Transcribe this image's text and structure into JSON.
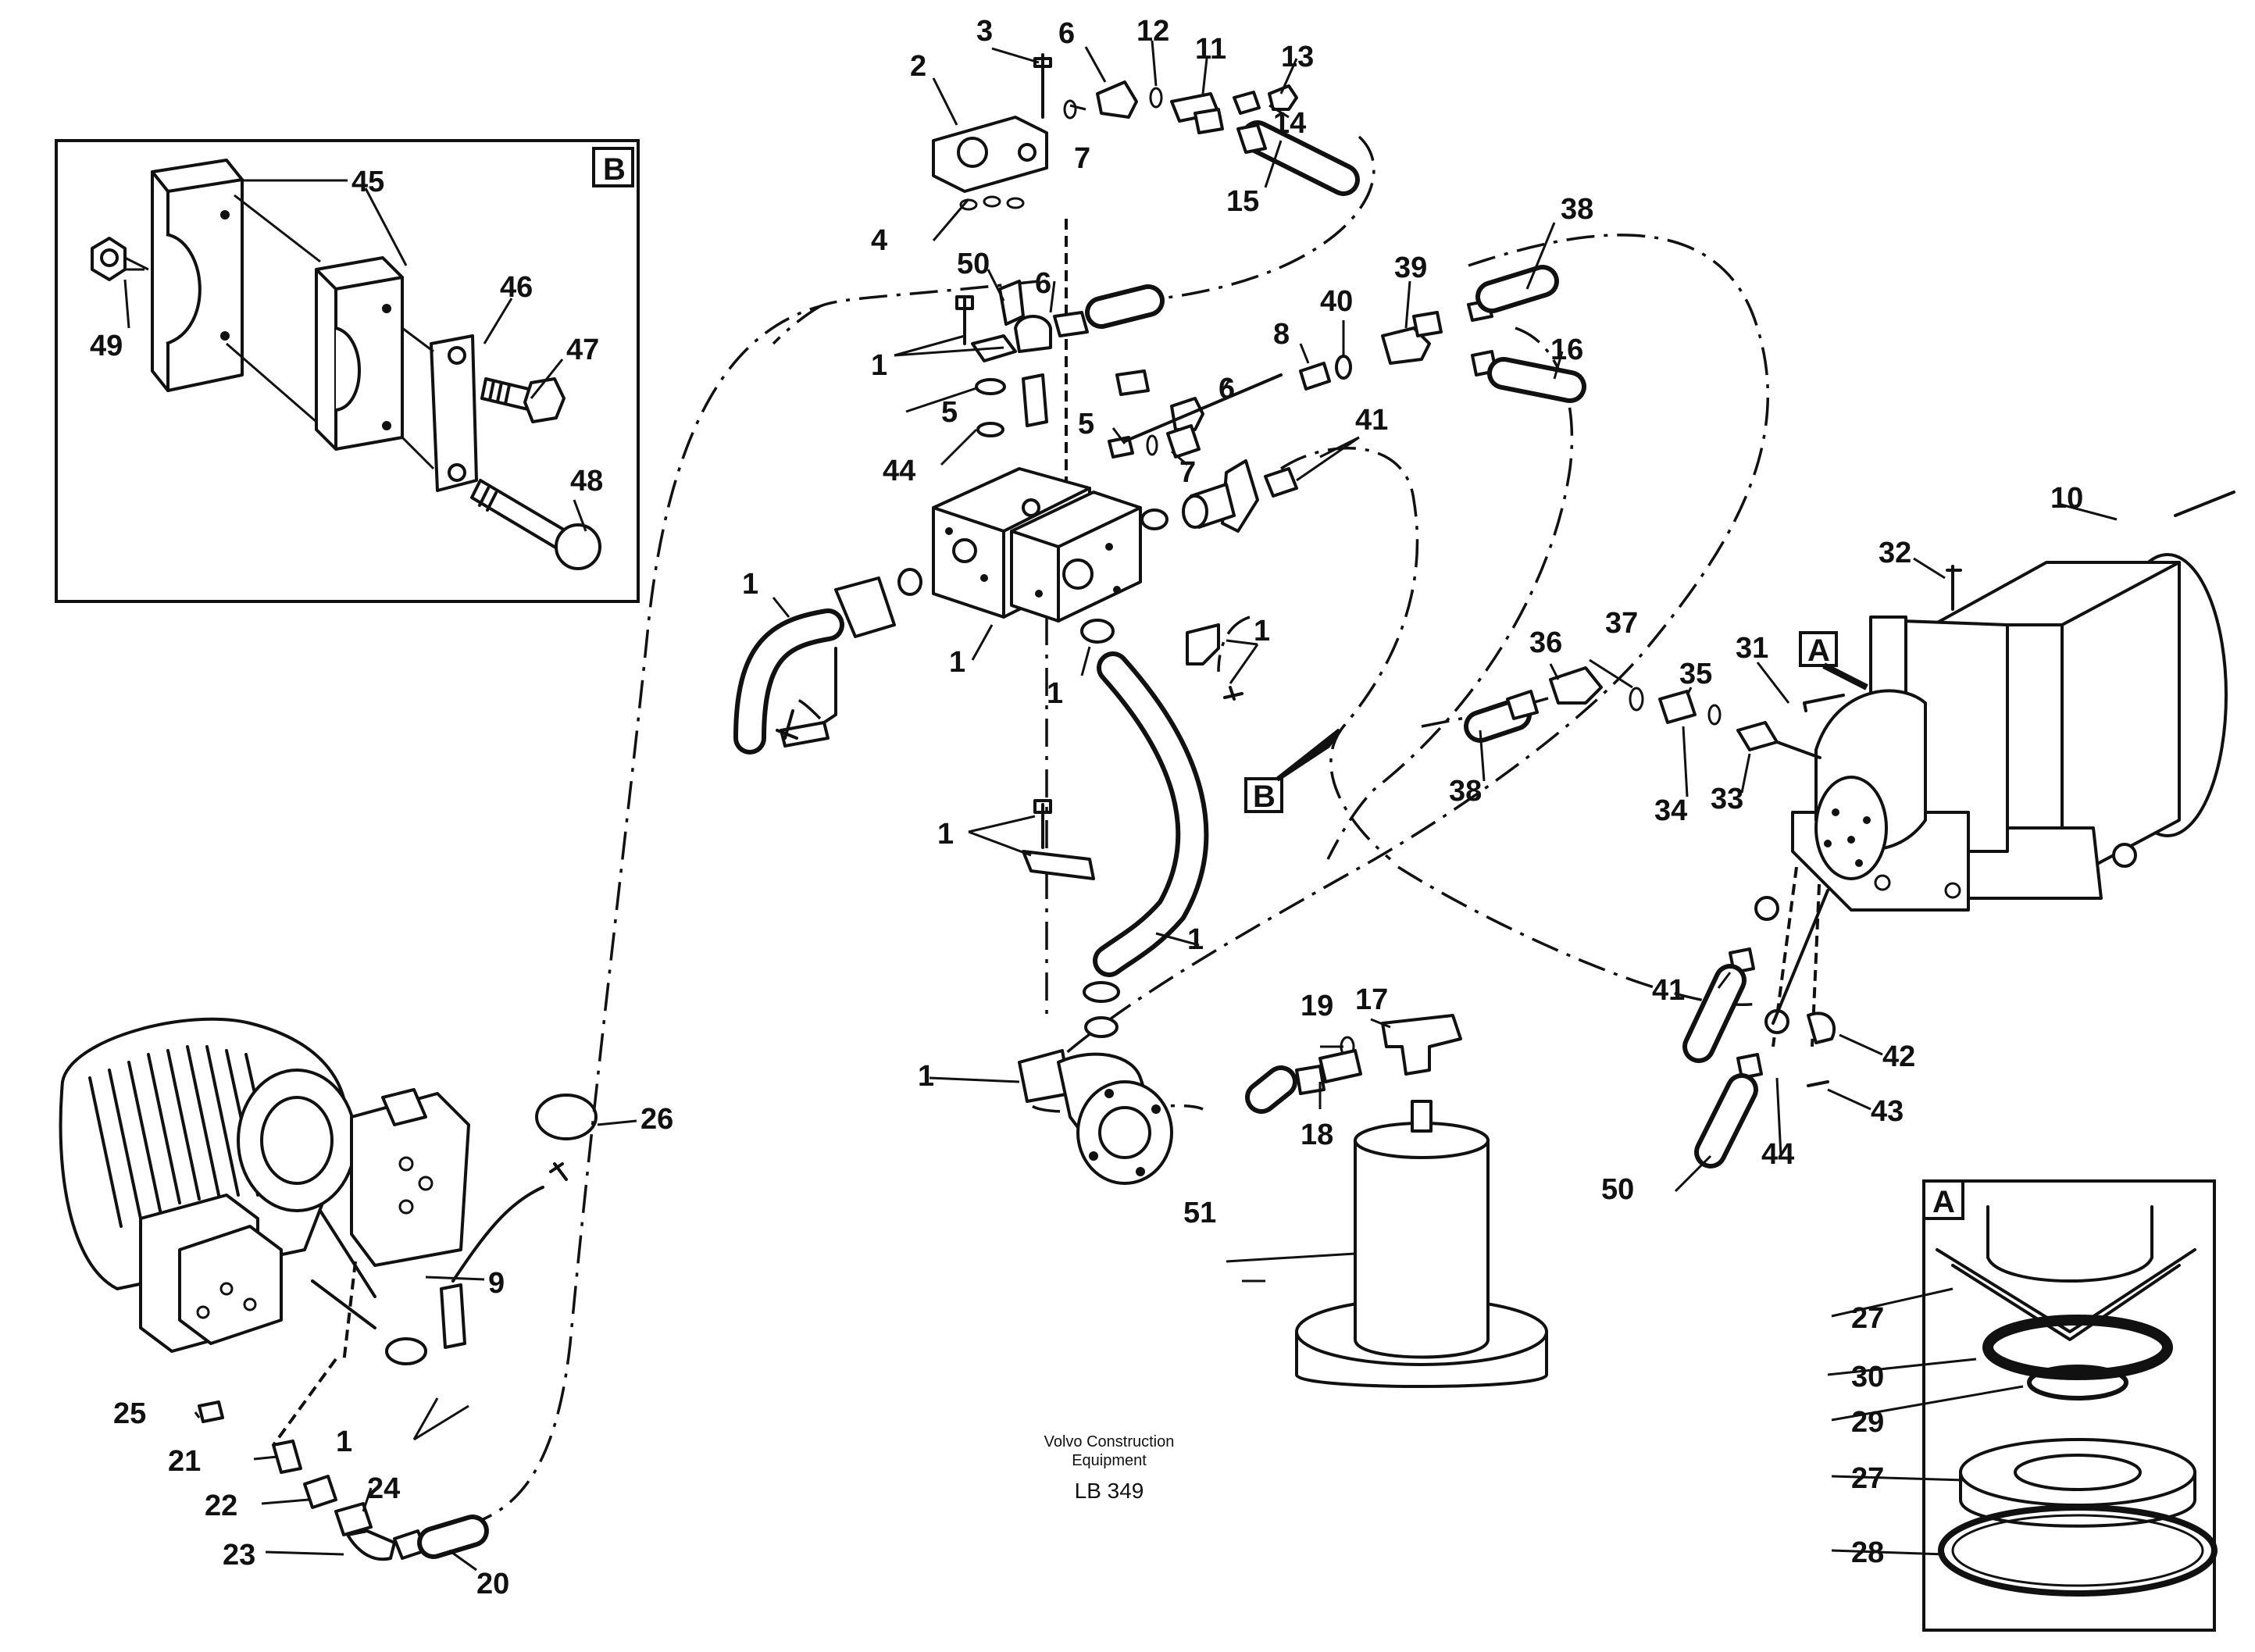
{
  "caption": {
    "line1": "Volvo Construction",
    "line2": "Equipment",
    "code": "LB 349"
  },
  "detail_frames": [
    {
      "letter": "B"
    },
    {
      "letter": "A"
    }
  ],
  "callouts": [
    "1",
    "1",
    "1",
    "1",
    "1",
    "1",
    "1",
    "1",
    "1",
    "1",
    "2",
    "3",
    "4",
    "5",
    "5",
    "6",
    "6",
    "6",
    "7",
    "7",
    "8",
    "9",
    "10",
    "11",
    "12",
    "13",
    "14",
    "15",
    "16",
    "17",
    "18",
    "19",
    "20",
    "21",
    "22",
    "23",
    "24",
    "25",
    "26",
    "27",
    "27",
    "28",
    "29",
    "30",
    "31",
    "32",
    "33",
    "34",
    "35",
    "36",
    "37",
    "38",
    "38",
    "39",
    "40",
    "41",
    "41",
    "42",
    "43",
    "44",
    "44",
    "45",
    "45",
    "46",
    "47",
    "48",
    "49",
    "50",
    "50",
    "51"
  ],
  "view_markers": [
    "A",
    "B"
  ]
}
